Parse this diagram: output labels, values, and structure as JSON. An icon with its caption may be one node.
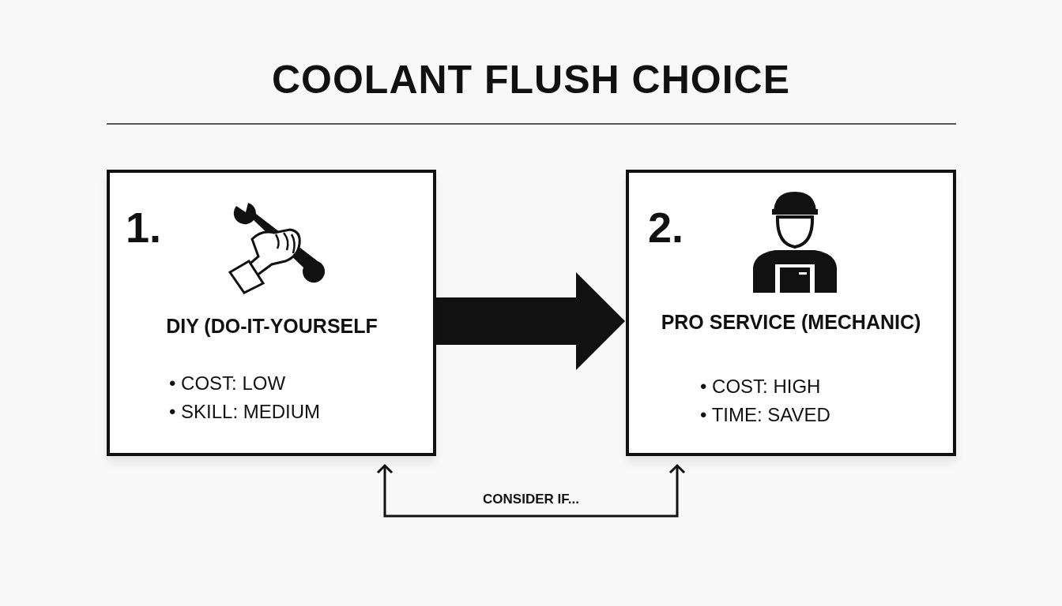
{
  "diagram": {
    "title": "COOLANT FLUSH CHOICE",
    "nodes": [
      {
        "text": [
          "1.",
          "DIY (DO-IT-YOURSELF",
          "• COST: LOW",
          "• SKILL: MEDIUM"
        ]
      },
      {
        "text": [
          "2.",
          "PRO SERVICE (MECHANIC)",
          "• COST: HIGH",
          "• TIME: SAVED"
        ]
      }
    ],
    "edges": [
      {
        "from": 0,
        "to": 1,
        "arrow": "to",
        "style": "thick"
      },
      {
        "from": 0,
        "to": 1,
        "arrow": "both",
        "label": "CONSIDER IF..."
      }
    ]
  }
}
